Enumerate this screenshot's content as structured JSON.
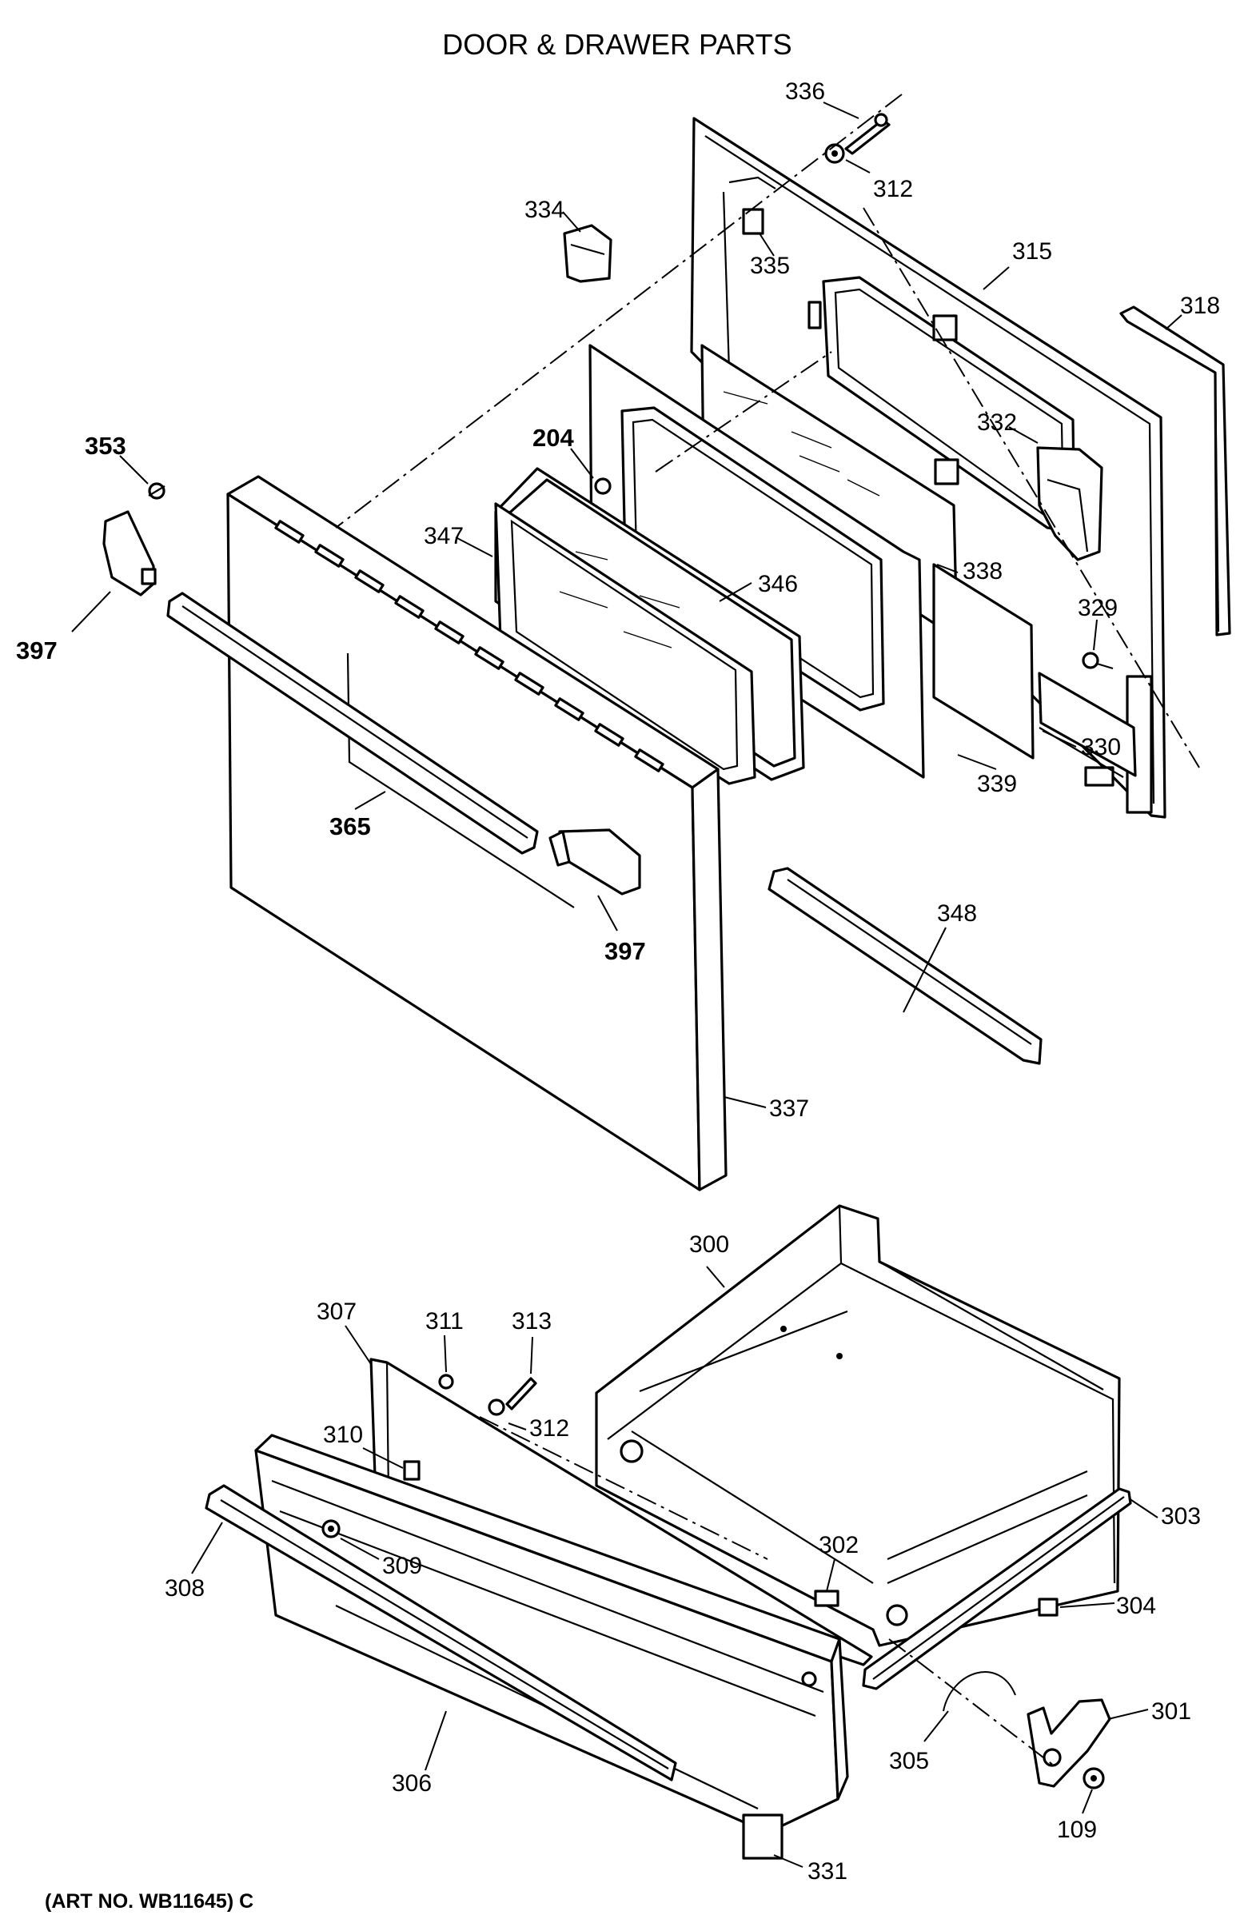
{
  "title": "DOOR & DRAWER PARTS",
  "art_number": "(ART NO. WB11645) C",
  "parts": [
    {
      "id": "p336",
      "label": "336"
    },
    {
      "id": "p312a",
      "label": "312"
    },
    {
      "id": "p334",
      "label": "334"
    },
    {
      "id": "p335",
      "label": "335"
    },
    {
      "id": "p315",
      "label": "315"
    },
    {
      "id": "p318",
      "label": "318"
    },
    {
      "id": "p332",
      "label": "332"
    },
    {
      "id": "p353",
      "label": "353"
    },
    {
      "id": "p204",
      "label": "204"
    },
    {
      "id": "p347",
      "label": "347"
    },
    {
      "id": "p338",
      "label": "338"
    },
    {
      "id": "p346",
      "label": "346"
    },
    {
      "id": "p329",
      "label": "329"
    },
    {
      "id": "p397a",
      "label": "397"
    },
    {
      "id": "p330",
      "label": "330"
    },
    {
      "id": "p339",
      "label": "339"
    },
    {
      "id": "p365",
      "label": "365"
    },
    {
      "id": "p397b",
      "label": "397"
    },
    {
      "id": "p348",
      "label": "348"
    },
    {
      "id": "p337",
      "label": "337"
    },
    {
      "id": "p300",
      "label": "300"
    },
    {
      "id": "p307",
      "label": "307"
    },
    {
      "id": "p311",
      "label": "311"
    },
    {
      "id": "p313",
      "label": "313"
    },
    {
      "id": "p312b",
      "label": "312"
    },
    {
      "id": "p310",
      "label": "310"
    },
    {
      "id": "p303",
      "label": "303"
    },
    {
      "id": "p302",
      "label": "302"
    },
    {
      "id": "p309",
      "label": "309"
    },
    {
      "id": "p308",
      "label": "308"
    },
    {
      "id": "p304",
      "label": "304"
    },
    {
      "id": "p301",
      "label": "301"
    },
    {
      "id": "p306",
      "label": "306"
    },
    {
      "id": "p305",
      "label": "305"
    },
    {
      "id": "p109",
      "label": "109"
    },
    {
      "id": "p331",
      "label": "331"
    }
  ]
}
